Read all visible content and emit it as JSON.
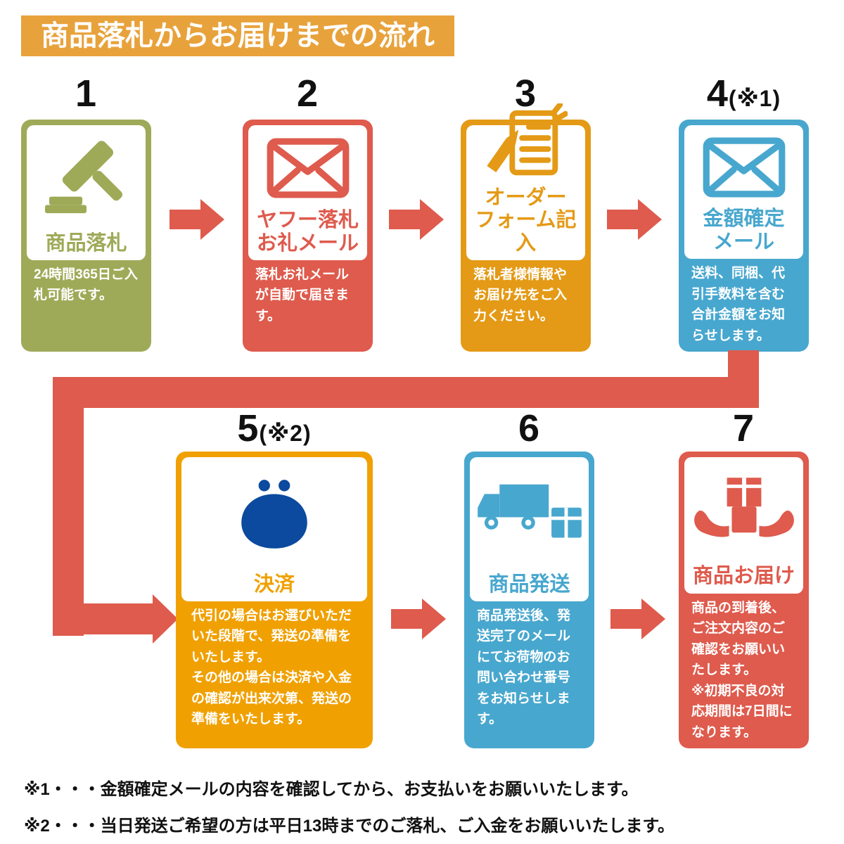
{
  "header": {
    "title": "商品落札からお届けまでの流れ"
  },
  "steps": [
    {
      "num": "1",
      "note": "",
      "title": "商品落札",
      "body": "24時間365日ご入札可能です。",
      "icon": "gavel-icon",
      "color": "#9FAA58"
    },
    {
      "num": "2",
      "note": "",
      "title": "ヤフー落札\nお礼メール",
      "body": "落札お礼メールが自動で届きます。",
      "icon": "mail-icon",
      "color": "#DE5B4D"
    },
    {
      "num": "3",
      "note": "",
      "title": "オーダー\nフォーム記入",
      "body": "落札者様情報やお届け先をご入力ください。",
      "icon": "order-form-icon",
      "color": "#E49A16"
    },
    {
      "num": "4",
      "note": "(※1)",
      "title": "金額確定\nメール",
      "body": "送料、同梱、代引手数料を含む合計金額をお知らせします。",
      "icon": "mail-icon",
      "color": "#48A7CE"
    },
    {
      "num": "5",
      "note": "(※2)",
      "title": "決済",
      "body": "代引の場合はお選びいただいた段階で、発送の準備をいたします。\nその他の場合は決済や入金の確認が出来次第、発送の準備をいたします。",
      "icon": "purse-icon",
      "color": "#F0A000"
    },
    {
      "num": "6",
      "note": "",
      "title": "商品発送",
      "body": "商品発送後、発送完了のメールにてお荷物のお問い合わせ番号をお知らせします。",
      "icon": "truck-icon",
      "color": "#48A7CE"
    },
    {
      "num": "7",
      "note": "",
      "title": "商品お届け",
      "body": "商品の到着後、ご注文内容のご確認をお願いいたします。\n※初期不良の対応期間は7日間になります。",
      "icon": "delivery-hands-icon",
      "color": "#DE5B4D"
    }
  ],
  "footnotes": [
    "※1・・・金額確定メールの内容を確認してから、お支払いをお願いいたします。",
    "※2・・・当日発送ご希望の方は平日13時までのご落札、ご入金をお願いいたします。"
  ],
  "colors": {
    "header_bg": "#E8A23B",
    "arrow": "#DE5B4D",
    "olive": "#9FAA58",
    "red": "#DE5B4D",
    "orange": "#E49A16",
    "amber": "#F0A000",
    "blue": "#48A7CE",
    "purse_navy": "#0B4A9E",
    "number_text": "#111111"
  }
}
